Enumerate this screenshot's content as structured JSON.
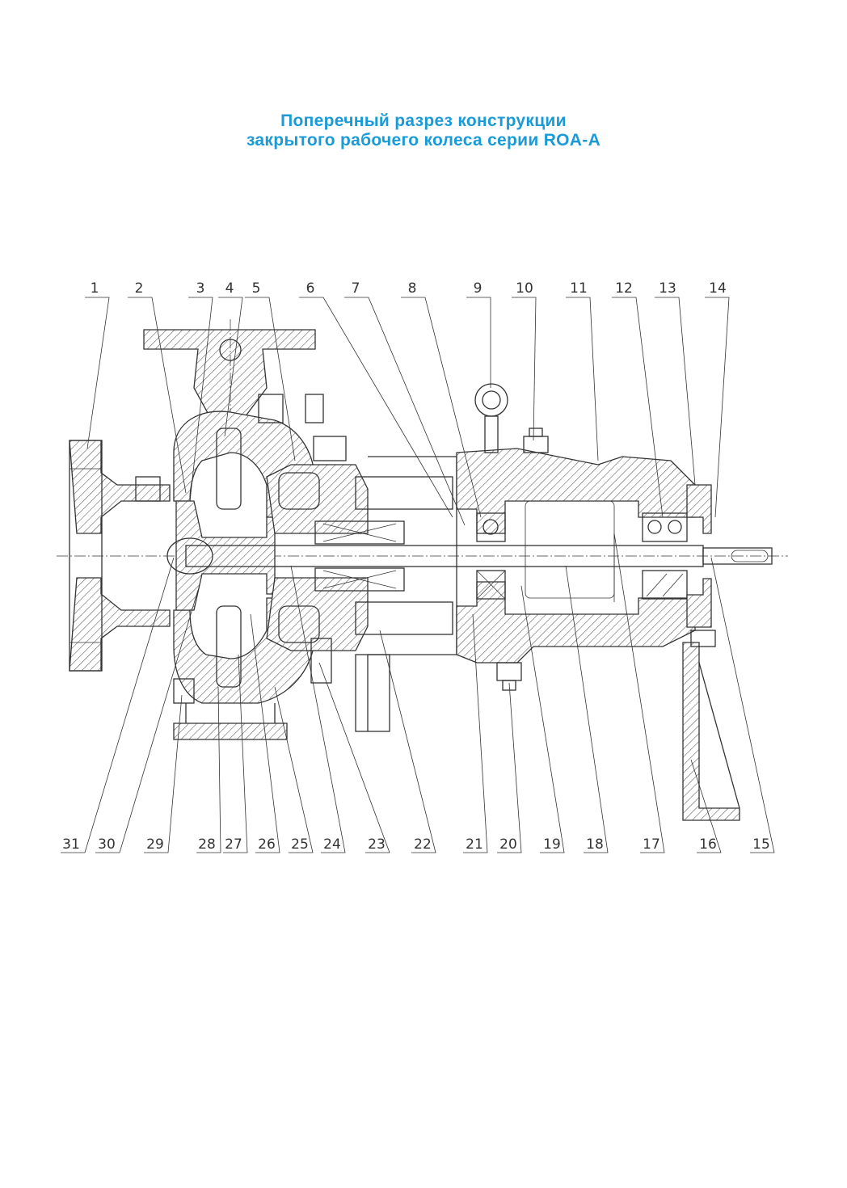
{
  "title": {
    "line1": "Поперечный разрез конструкции",
    "line2": "закрытого рабочего колеса серии ROA-A"
  },
  "callouts_top": [
    "1",
    "2",
    "3",
    "4",
    "5",
    "6",
    "7",
    "8",
    "9",
    "10",
    "11",
    "12",
    "13",
    "14"
  ],
  "callouts_bottom": [
    "31",
    "30",
    "29",
    "28",
    "27",
    "26",
    "25",
    "24",
    "23",
    "22",
    "21",
    "20",
    "19",
    "18",
    "17",
    "16",
    "15"
  ],
  "colors": {
    "title": "#1a9bd7",
    "lines": "#333333"
  }
}
